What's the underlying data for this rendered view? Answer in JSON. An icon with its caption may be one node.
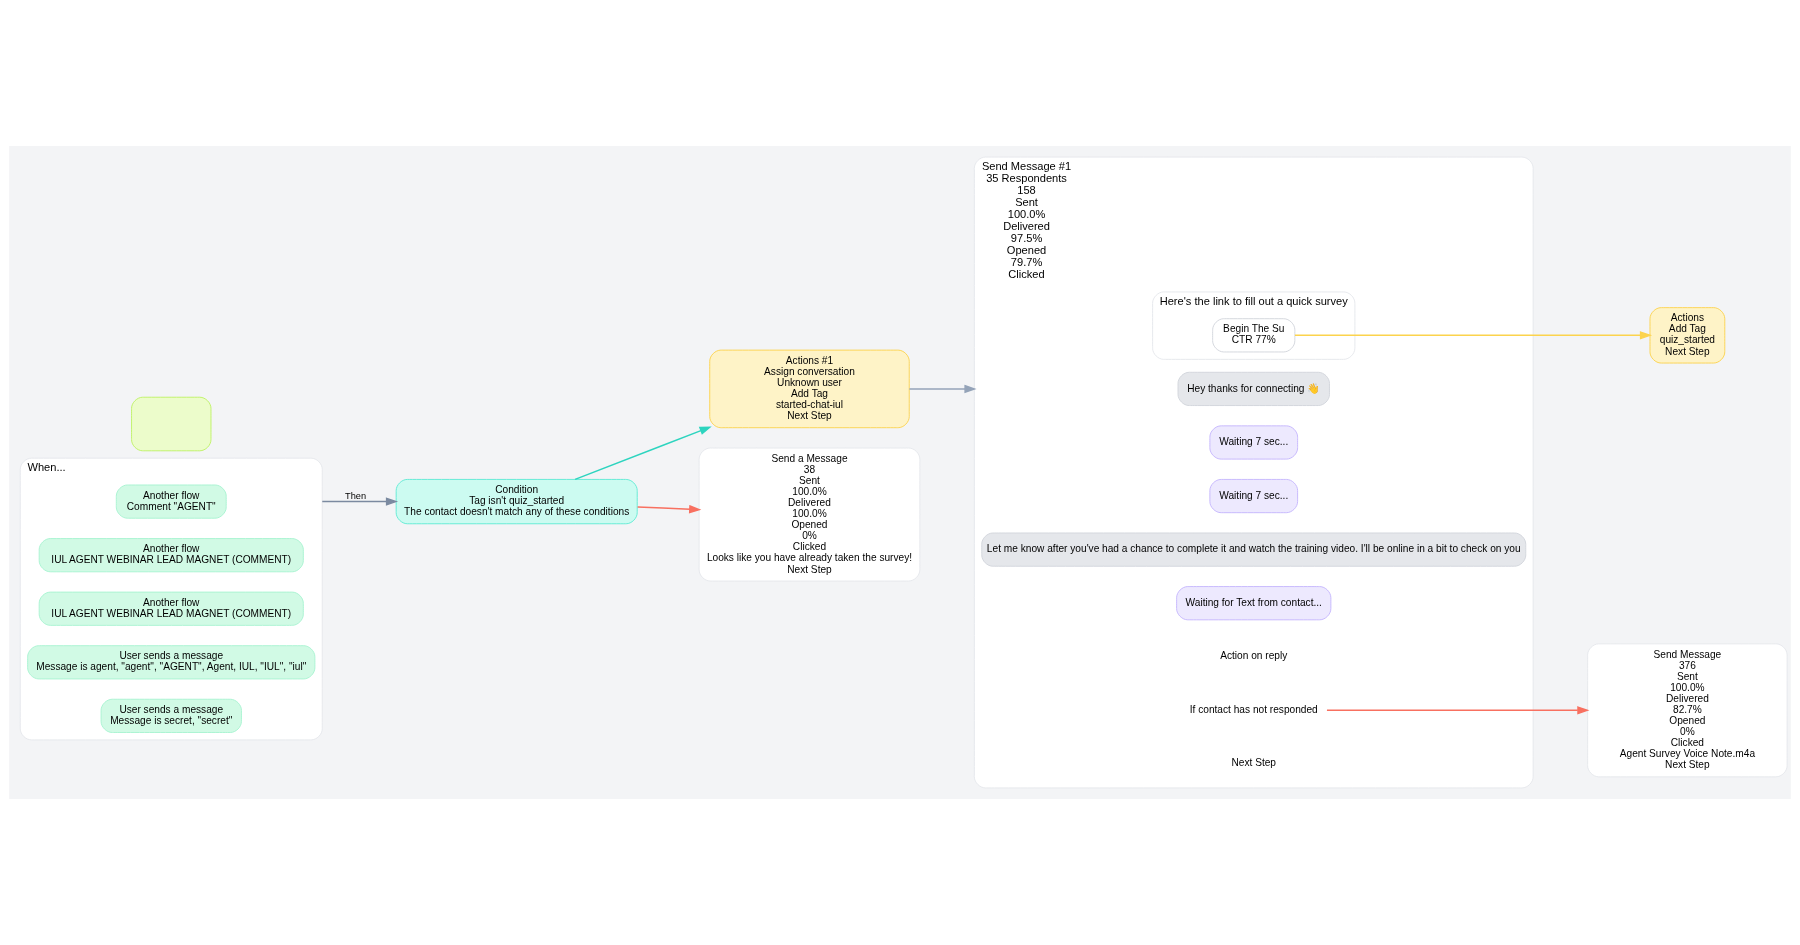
{
  "diagram": {
    "nodes": [
      {
        "text": [
          "When..."
        ]
      },
      {
        "text": [
          "Another flow",
          "Comment \"AGENT\""
        ],
        "in": 0
      },
      {
        "text": [
          "Another flow",
          "IUL AGENT WEBINAR LEAD MAGNET (COMMENT)"
        ],
        "in": 0
      },
      {
        "text": [
          "Another flow",
          "IUL AGENT WEBINAR LEAD MAGNET (COMMENT)"
        ],
        "in": 0
      },
      {
        "text": [
          "User sends a message",
          "Message is agent, \"agent\", \"AGENT\", Agent, IUL, \"IUL\", \"iul\""
        ],
        "in": 0
      },
      {
        "text": [
          "User sends a message",
          "Message is secret, \"secret\""
        ],
        "in": 0
      },
      {
        "text": [
          "Condition",
          "Tag isn't quiz_started",
          "The contact doesn't match any of these conditions"
        ]
      },
      {
        "text": [
          "Actions #1",
          "Assign conversation",
          "Unknown user",
          "Add Tag",
          "started-chat-iul",
          "Next Step"
        ]
      },
      {
        "text": [
          "Send Message #1",
          "35 Respondents",
          "158",
          "Sent",
          "100.0%",
          "Delivered",
          "97.5%",
          "Opened",
          "79.7%",
          "Clicked"
        ]
      },
      {
        "text": [
          "Hey thanks for connecting 👋"
        ],
        "in": 8
      },
      {
        "text": [
          "Waiting 7 sec..."
        ],
        "in": 8
      },
      {
        "text": [
          "Here's the link to fill out a quick survey"
        ],
        "in": 8
      },
      {
        "text": [
          "Begin The Su",
          "CTR 77%"
        ],
        "in": 11
      },
      {
        "text": [
          "Waiting 7 sec..."
        ],
        "in": 8
      },
      {
        "text": [
          "Let me know after you've had a chance to complete it and watch the training video. I'll be online in a bit to check on you"
        ],
        "in": 8
      },
      {
        "text": [
          "Waiting for Text from contact..."
        ],
        "in": 8
      },
      {
        "text": [
          "Action on reply"
        ],
        "in": 8
      },
      {
        "text": [
          "If contact has not responded"
        ],
        "in": 8
      },
      {
        "text": [
          "Next Step"
        ],
        "in": 8
      },
      {
        "text": [
          "Actions",
          "Add Tag",
          "quiz_started",
          "Next Step"
        ]
      },
      {
        "text": [
          "Send Message",
          "376",
          "Sent",
          "100.0%",
          "Delivered",
          "82.7%",
          "Opened",
          "0%",
          "Clicked",
          "Agent Survey Voice Note.m4a",
          "Next Step"
        ]
      },
      {
        "text": [
          "Send a Message",
          "38",
          "Sent",
          "100.0%",
          "Delivered",
          "100.0%",
          "Opened",
          "0%",
          "Clicked",
          "Looks like you have already taken the survey!",
          "Next Step"
        ]
      },
      {
        "text": [],
        "shape": "box"
      }
    ],
    "edges": [
      {
        "from": 0,
        "to": 6,
        "arrow": "to",
        "label": "Then",
        "color": "#7b8aa0"
      },
      {
        "from": 6,
        "to": 7,
        "arrow": "to",
        "color": "#2dd4bf"
      },
      {
        "from": 6,
        "to": 21,
        "arrow": "to",
        "color": "#f87060"
      },
      {
        "from": 7,
        "to": 8,
        "arrow": "to",
        "color": "#94a3b8"
      },
      {
        "from": 12,
        "to": 19,
        "arrow": "to",
        "color": "#fcd34d"
      },
      {
        "from": 17,
        "to": 20,
        "arrow": "to",
        "color": "#f87060"
      }
    ]
  }
}
